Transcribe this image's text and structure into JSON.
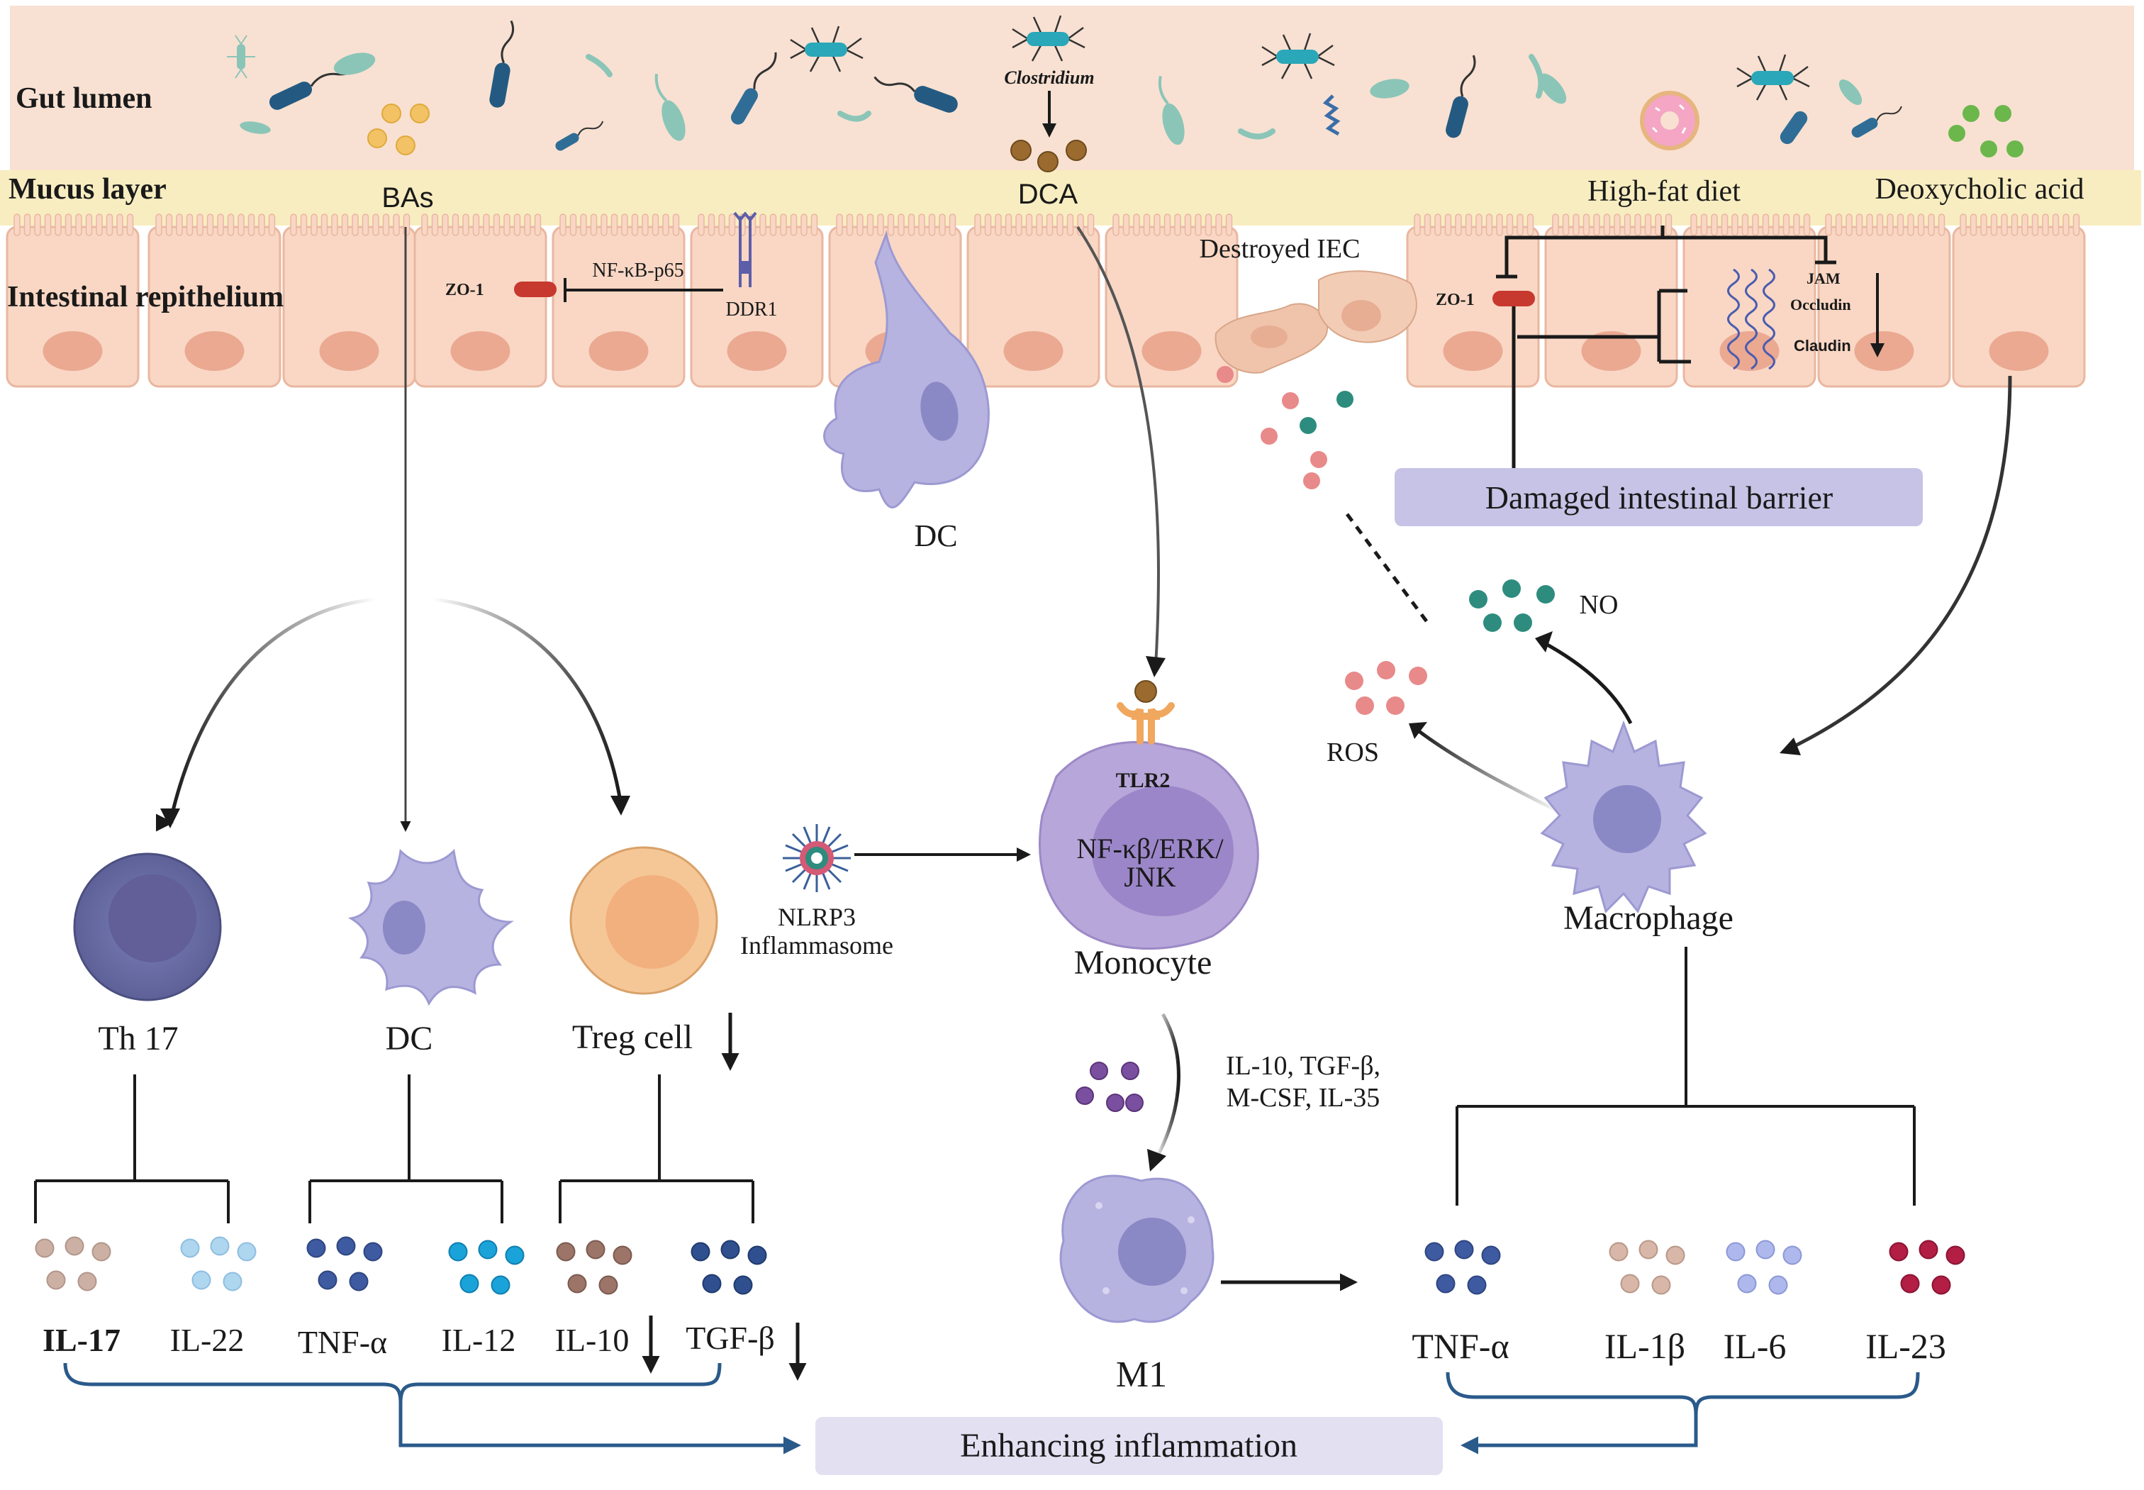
{
  "regions": {
    "gut_lumen": "Gut lumen",
    "mucus_layer": "Mucus layer",
    "epithelium": "Intestinal repithelium"
  },
  "lumen": {
    "bas": "BAs",
    "clostridium": "Clostridium",
    "dca": "DCA",
    "high_fat_diet": "High-fat diet",
    "deoxycholic_acid": "Deoxycholic acid"
  },
  "epithelium": {
    "zo1_left": "ZO-1",
    "nfkb_p65": "NF-κB-p65",
    "ddr1": "DDR1",
    "destroyed_iec": "Destroyed IEC",
    "zo1_right": "ZO-1",
    "jam": "JAM",
    "occludin": "Occludin",
    "claudin": "Claudin",
    "damaged_barrier": "Damaged intestinal barrier"
  },
  "cells": {
    "dc_top": "DC",
    "th17": "Th 17",
    "dc": "DC",
    "treg": "Treg cell",
    "nlrp3": "NLRP3",
    "inflammasome": "Inflammasome",
    "tlr2": "TLR2",
    "pathway_line1": "NF-κβ/ERK/",
    "pathway_line2": "JNK",
    "monocyte": "Monocyte",
    "m1": "M1",
    "macrophage": "Macrophage",
    "no": "NO",
    "ros": "ROS",
    "m1_factors_line1": "IL-10, TGF-β,",
    "m1_factors_line2": "M-CSF, IL-35"
  },
  "cytokines": {
    "il17": "IL-17",
    "il22": "IL-22",
    "tnfa_left": "TNF-α",
    "il12": "IL-12",
    "il10": "IL-10",
    "tgfb": "TGF-β",
    "tnfa_right": "TNF-α",
    "il1b": "IL-1β",
    "il6": "IL-6",
    "il23": "IL-23"
  },
  "outcome": "Enhancing inflammation",
  "colors": {
    "lumen_bg": "#f8e1d2",
    "mucus": "#f8edc0",
    "cell_fill": "#f9d7c4",
    "nucleus": "#eba992",
    "dc_purple": "#b6b3e0",
    "th17_blue": "#6f74ac",
    "treg_orange": "#f6c796",
    "barrier_box": "#c7c3e6",
    "inflammation_box": "#e2e0f1",
    "brace_blue": "#2a5a8a",
    "zo1_red": "#c7382e",
    "no_teal": "#2d8c7e",
    "ros_pink": "#e8898a"
  }
}
